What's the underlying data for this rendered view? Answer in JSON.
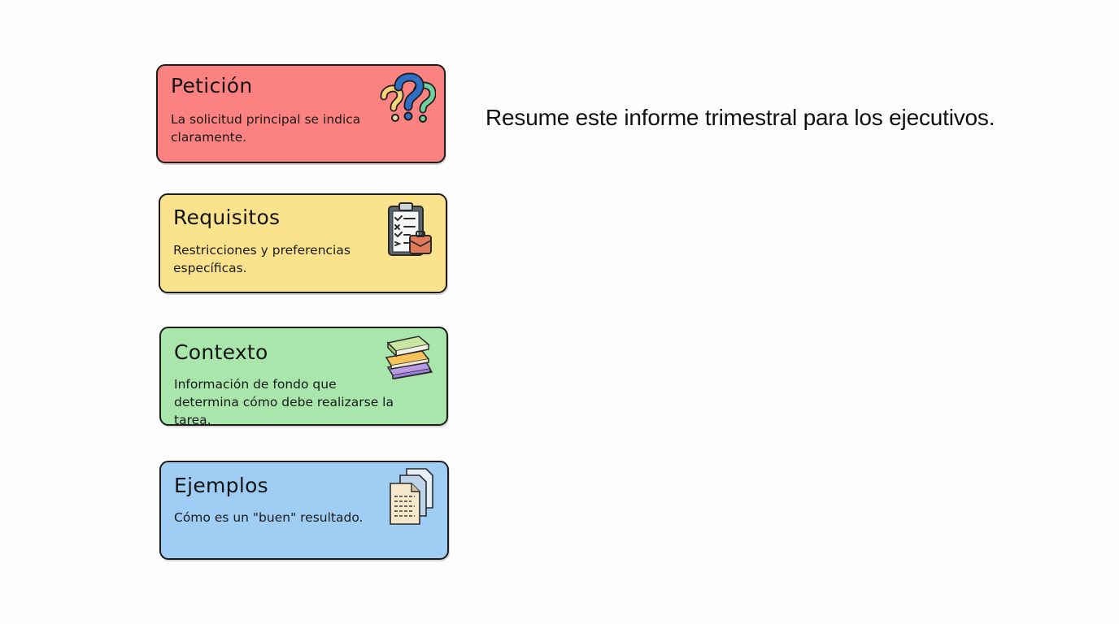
{
  "cards": [
    {
      "id": "peticion",
      "title": "Petición",
      "description": "La solicitud principal se indica claramente.",
      "icon": "question-marks-icon",
      "color": "#fc8282"
    },
    {
      "id": "requisitos",
      "title": "Requisitos",
      "description": "Restricciones y preferencias específicas.",
      "icon": "clipboard-checklist-icon",
      "color": "#fbe38e"
    },
    {
      "id": "contexto",
      "title": "Contexto",
      "description": "Información de fondo que determina cómo debe realizarse la tarea.",
      "icon": "stacked-books-icon",
      "color": "#a8e6ac"
    },
    {
      "id": "ejemplos",
      "title": "Ejemplos",
      "description": "Cómo es un \"buen\" resultado.",
      "icon": "documents-icon",
      "color": "#9fcdf3"
    }
  ],
  "prompt": {
    "text": "Resume este informe trimestral para los ejecutivos."
  }
}
